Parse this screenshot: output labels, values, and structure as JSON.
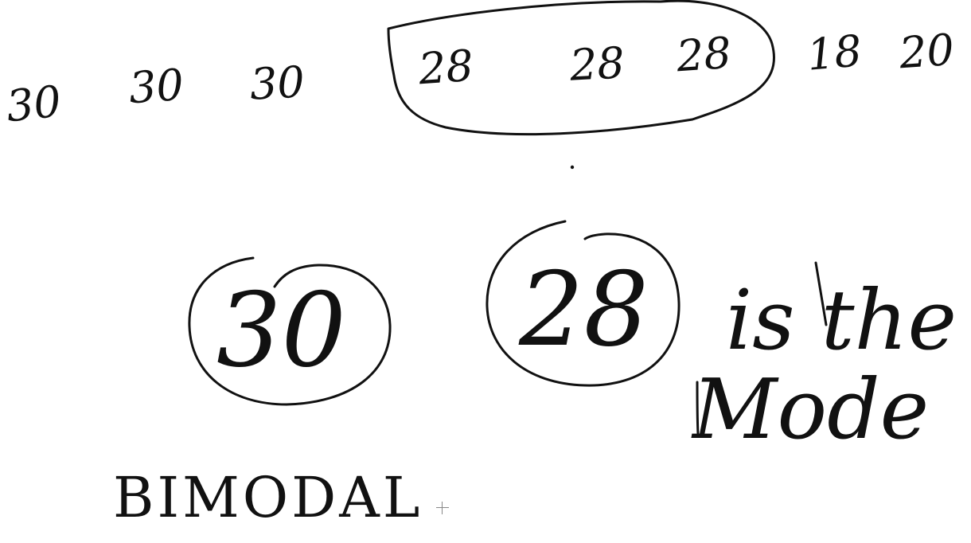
{
  "whiteboard": {
    "sequence": [
      "30",
      "30",
      "30",
      "28",
      "28",
      "28",
      "18",
      "20"
    ],
    "circled_values": [
      "30",
      "28"
    ],
    "caption_lines": [
      "is the",
      "Mode"
    ],
    "label": "BIMODAL"
  },
  "colors": {
    "ink": "#111111",
    "background": "#ffffff"
  },
  "icons": {
    "cursor": "crosshair-cursor-icon"
  }
}
